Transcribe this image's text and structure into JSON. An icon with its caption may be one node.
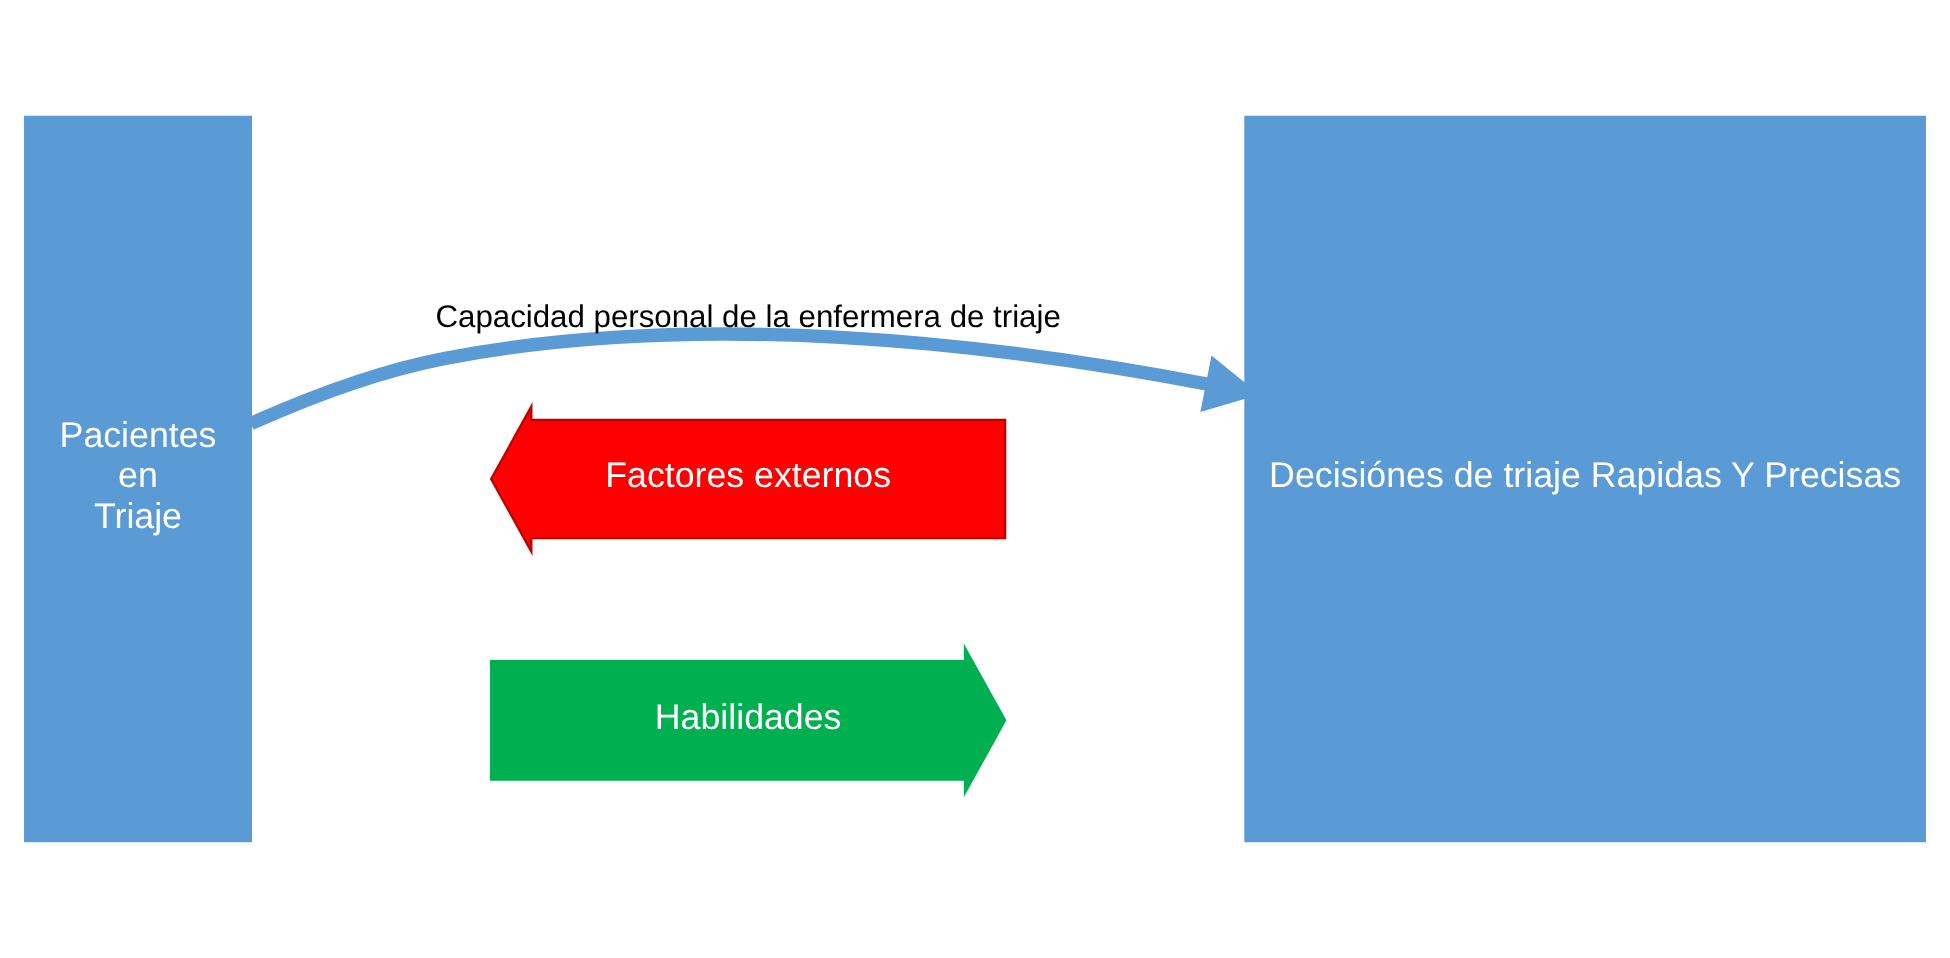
{
  "diagram": {
    "nodes": [
      {
        "text": [
          "Pacientes en Triaje"
        ]
      },
      {
        "text": [
          "Decisiónes de triaje Rapidas Y Precisas"
        ]
      },
      {
        "text": [
          "Factores externos"
        ]
      },
      {
        "text": [
          "Habilidades"
        ]
      }
    ],
    "edges": [
      {
        "from": 0,
        "to": 1,
        "arrow": "to",
        "label": "Capacidad personal de la enfermera de triaje"
      }
    ]
  }
}
